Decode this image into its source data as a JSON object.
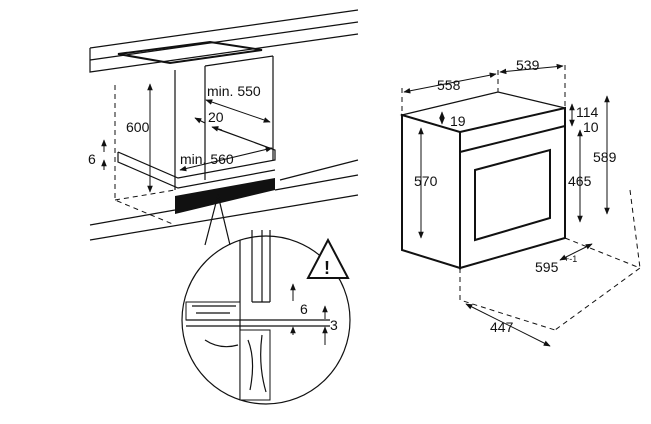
{
  "cabinet_dimensions": {
    "height": "600",
    "depth_min": "min. 550",
    "gap": "20",
    "width_min": "min. 560",
    "shelf": "6"
  },
  "detail_dimensions": {
    "a": "6",
    "b": "3",
    "warning_icon": "warning-triangle"
  },
  "oven_dimensions": {
    "width_top": "558",
    "depth_top": "539",
    "front_offset": "19",
    "top_offset": "114",
    "panel": "10",
    "total_height": "589",
    "front_height": "570",
    "inner_height": "465",
    "width": "595",
    "width_tolerance": "+-1",
    "depth": "447"
  }
}
